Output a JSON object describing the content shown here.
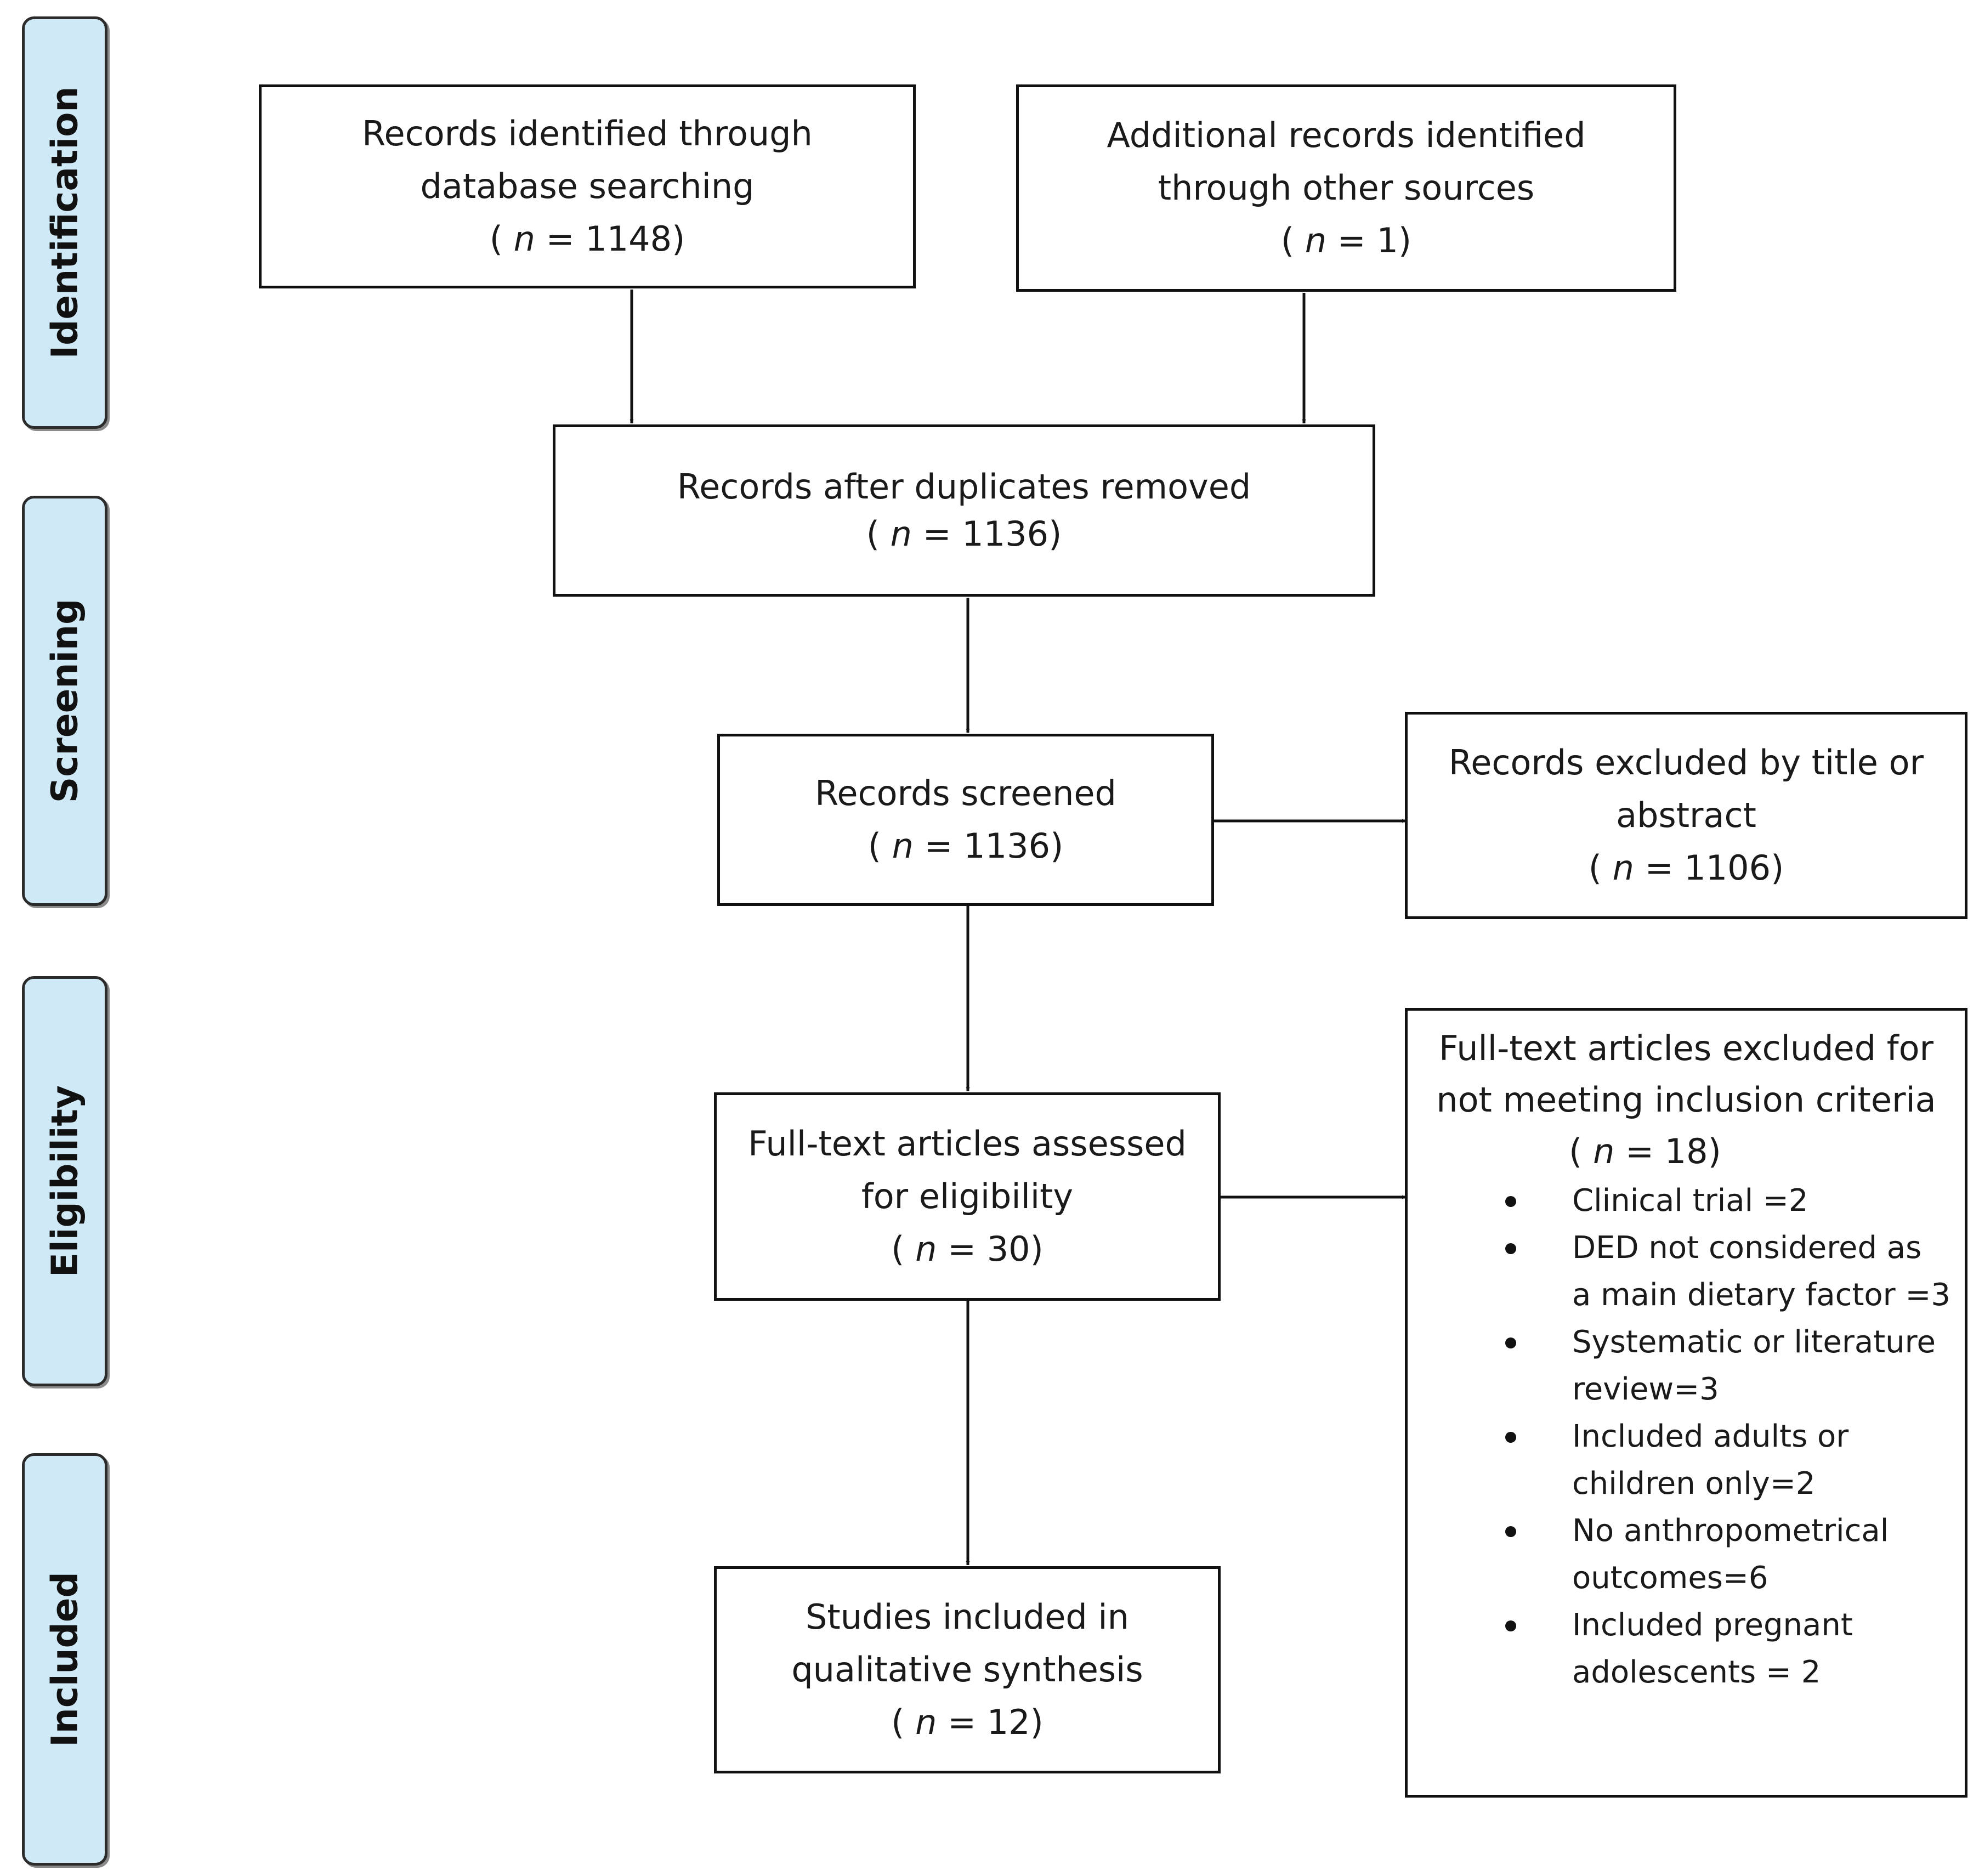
{
  "stages": [
    {
      "label": "Identification"
    },
    {
      "label": "Screening"
    },
    {
      "label": "Eligibility"
    },
    {
      "label": "Included"
    }
  ],
  "boxes": {
    "database": {
      "lines": [
        "Records identified through",
        "database searching"
      ],
      "n_label": "n",
      "n_value": "1148"
    },
    "other_sources": {
      "lines": [
        "Additional records identified",
        "through other sources"
      ],
      "n_label": "n",
      "n_value": "1"
    },
    "duplicates_removed": {
      "lines": [
        "Records after duplicates removed"
      ],
      "n_label": "n",
      "n_value": "1136"
    },
    "screened": {
      "lines": [
        "Records screened"
      ],
      "n_label": "n",
      "n_value": "1136"
    },
    "excluded_title_abstract": {
      "lines": [
        "Records excluded by title or",
        "abstract"
      ],
      "n_label": "n",
      "n_value": "1106"
    },
    "full_text_assessed": {
      "lines": [
        "Full-text articles assessed",
        "for eligibility"
      ],
      "n_label": "n",
      "n_value": "30"
    },
    "full_text_excluded": {
      "lines": [
        "Full-text articles excluded for",
        "not meeting inclusion criteria"
      ],
      "n_label": "n",
      "n_value": "18",
      "reasons": [
        {
          "lines": [
            "Clinical trial =2"
          ]
        },
        {
          "lines": [
            "DED not considered as",
            "a main dietary factor =3"
          ]
        },
        {
          "lines": [
            "Systematic or literature",
            "review=3"
          ]
        },
        {
          "lines": [
            "Included adults or",
            "children only=2"
          ]
        },
        {
          "lines": [
            "No anthropometrical",
            "outcomes=6"
          ]
        },
        {
          "lines": [
            "Included pregnant",
            "adolescents = 2"
          ]
        }
      ]
    },
    "included": {
      "lines": [
        "Studies included in",
        "qualitative synthesis"
      ],
      "n_label": "n",
      "n_value": "12"
    }
  },
  "colors": {
    "stage_fill": "#cfe9f7",
    "stroke": "#111111"
  }
}
